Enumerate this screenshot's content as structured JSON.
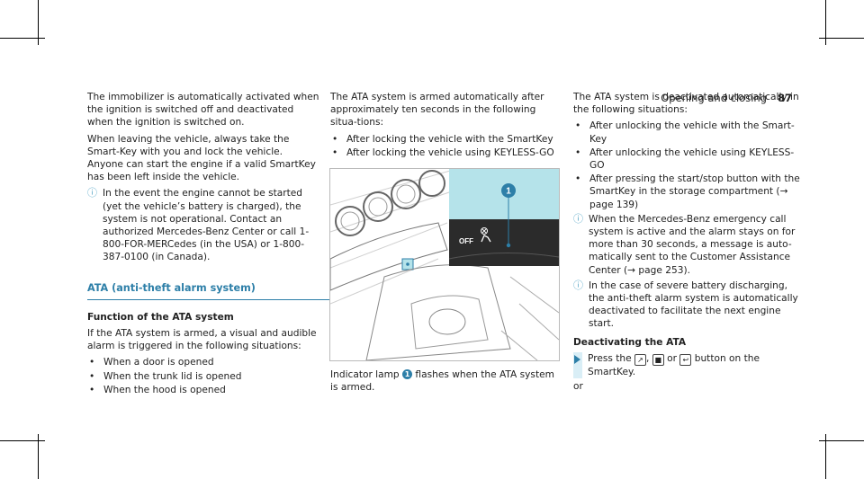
{
  "header": {
    "title": "Opening and closing",
    "page": "87"
  },
  "col1": {
    "p1": "The immobilizer is automatically activated when the ignition is switched off and deactivated when the ignition is switched on.",
    "p2": "When leaving the vehicle, always take the Smart-Key with you and lock the vehicle. Anyone can start the engine if a valid SmartKey has been left inside the vehicle.",
    "note1": "In the event the engine cannot be started (yet the vehicle’s battery is charged), the system is not operational. Contact an authorized Mercedes-Benz Center or call 1-800-FOR-MERCedes (in the USA) or 1-800-387-0100 (in Canada).",
    "section": "ATA (anti-theft alarm system)",
    "subheading": "Function of the ATA system",
    "p3": "If the ATA system is armed, a visual and audible alarm is triggered in the following situations:",
    "bullets": [
      "When a door is opened",
      "When the trunk lid is opened",
      "When the hood is opened"
    ]
  },
  "col2": {
    "p1": "The ATA system is armed automatically after approximately ten seconds in the following situa-tions:",
    "bullets": [
      "After locking the vehicle with the SmartKey",
      "After locking the vehicle using KEYLESS-GO"
    ],
    "caption_a": "Indicator lamp",
    "caption_num": "1",
    "caption_b": "flashes when the ATA system is armed.",
    "illus_label": "OFF",
    "callout": "1"
  },
  "col3": {
    "p1": "The ATA system is deactivated automatically in the following situations:",
    "bullets": [
      "After unlocking the vehicle with the Smart-Key",
      "After unlocking the vehicle using KEYLESS-GO",
      "After pressing the start/stop button with the SmartKey in the storage compartment (→ page 139)"
    ],
    "note1": "When the Mercedes-Benz emergency call system is active and the alarm stays on for more than 30 seconds, a message is auto-matically sent to the Customer Assistance Center (→ page 253).",
    "note2": "In the case of severe battery discharging, the anti-theft alarm system is automatically deactivated to facilitate the next engine start.",
    "subheading": "Deactivating the ATA",
    "step_a": "Press the",
    "step_sep1": ",",
    "step_or": "or",
    "step_b": "button on the SmartKey.",
    "after": "or"
  },
  "icons": {
    "note": "info-icon",
    "bullet": "bullet-dot",
    "step": "play-arrow-icon"
  },
  "colors": {
    "accent": "#2d7fa8",
    "illus_panel": "#b5e3ea",
    "note_icon": "#5aa9c8"
  }
}
